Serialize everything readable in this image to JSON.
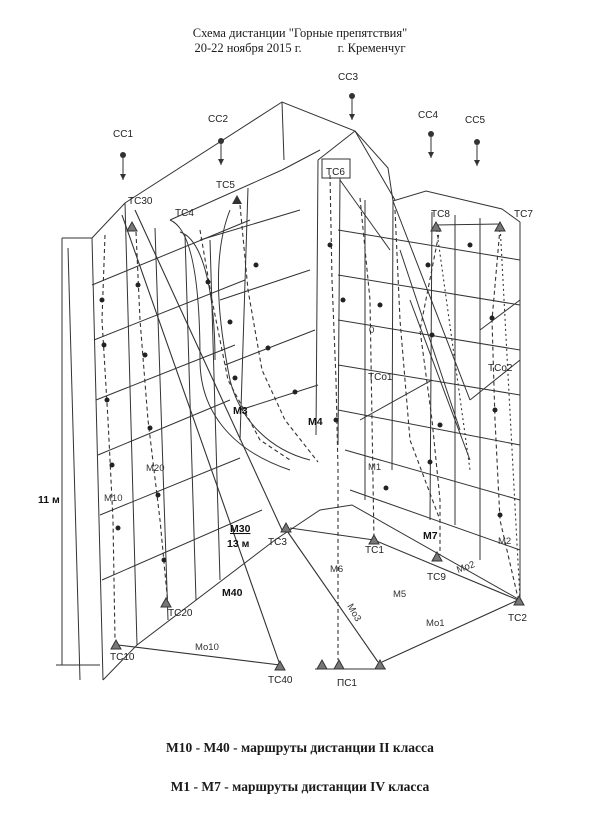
{
  "title": {
    "line1": "Схема дистанции \"Горные препятствия\"",
    "date": "20-22 ноября 2015 г.",
    "city": "г. Кременчуг"
  },
  "safety_stations": [
    "СС1",
    "СС2",
    "СС3",
    "СС4",
    "СС5"
  ],
  "technical_stages": {
    "tc30": "ТС30",
    "tc4": "ТС4",
    "tc5": "ТС5",
    "tc6": "ТС6",
    "tc8": "ТС8",
    "tc7": "ТС7",
    "tco1": "ТСо1",
    "tco2": "ТСо2",
    "tc3": "ТС3",
    "tc1": "ТС1",
    "tc9": "ТС9",
    "tc2": "ТС2",
    "tc20": "ТС20",
    "tc10": "ТС10",
    "tc40": "ТС40",
    "pc1": "ПС1"
  },
  "routes": {
    "m1": "М1",
    "m2": "М2",
    "m3": "М3",
    "m4": "М4",
    "m5": "М5",
    "m6": "М6",
    "m7": "М7",
    "m10": "М10",
    "m20": "М20",
    "m30": "М30",
    "m40": "М40",
    "mo1": "Мо1",
    "mo2": "Мо2",
    "mo3": "Мо3",
    "mo10": "Мо10"
  },
  "m30_length": "13 м",
  "height_label": "11 м",
  "zero_mark": "0",
  "legend": {
    "line1": "М10 - М40 - маршруты дистанции II класса",
    "line2": "М1 - М7 - маршруты дистанции IV класса"
  }
}
